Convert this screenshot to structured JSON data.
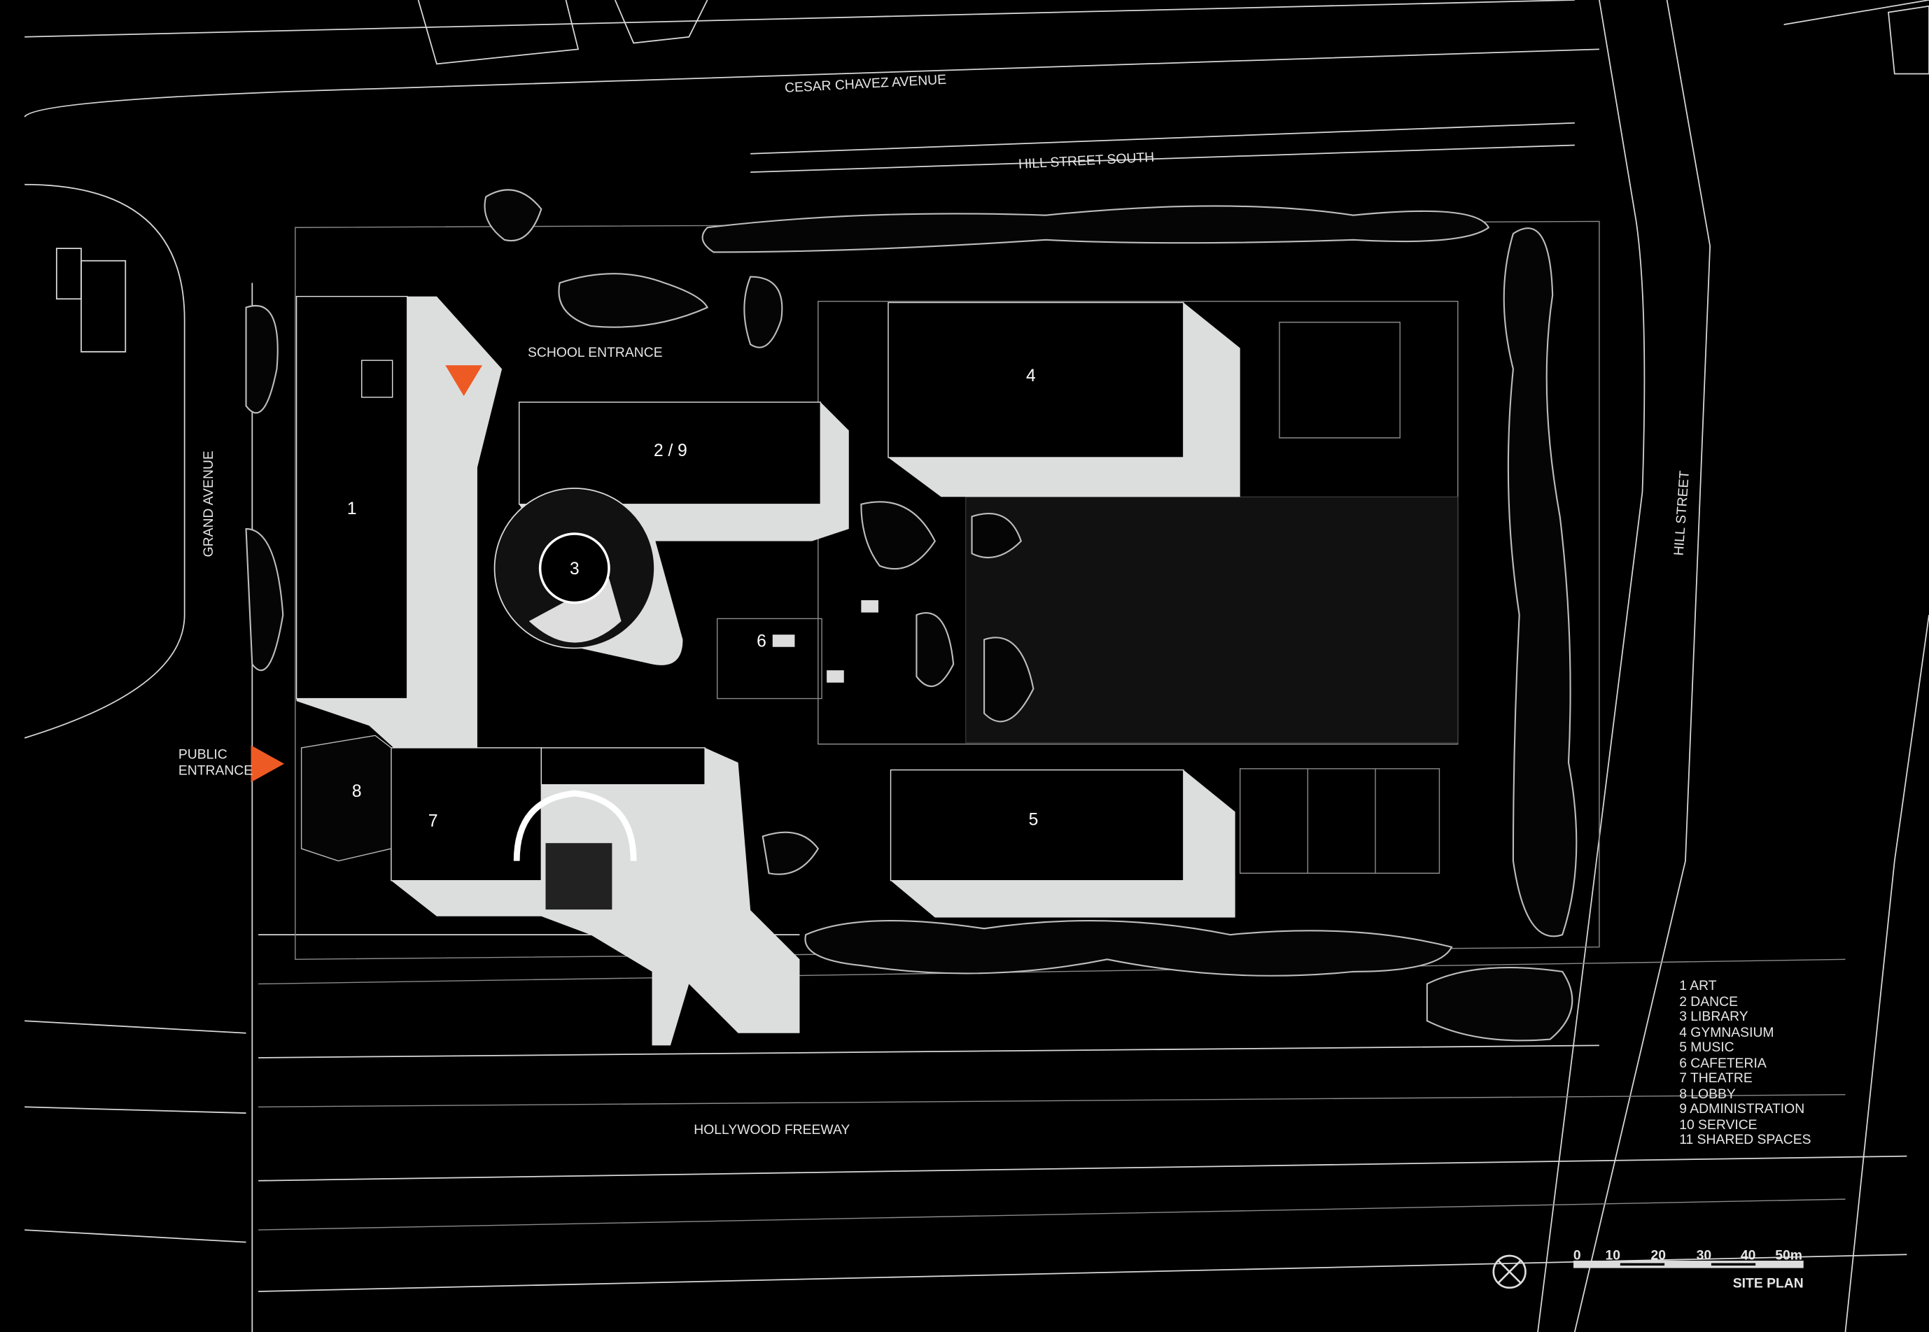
{
  "title": "SITE PLAN",
  "streets": {
    "north": "CESAR  CHAVEZ AVENUE",
    "north_inner": "HILL STREET SOUTH",
    "west": "GRAND AVENUE",
    "east": "HILL STREET",
    "south": "HOLLYWOOD FREEWAY"
  },
  "entrances": {
    "school": "SCHOOL ENTRANCE",
    "public_line1": "PUBLIC",
    "public_line2": "ENTRANCE"
  },
  "building_labels": [
    "1",
    "2 / 9",
    "3",
    "4",
    "5",
    "6",
    "7",
    "8"
  ],
  "legend": [
    "1  ART",
    "2  DANCE",
    "3  LIBRARY",
    "4  GYMNASIUM",
    "5  MUSIC",
    "6  CAFETERIA",
    "7  THEATRE",
    "8  LOBBY",
    "9  ADMINISTRATION",
    "10  SERVICE",
    "11  SHARED SPACES"
  ],
  "scale_bar": {
    "ticks": [
      "0",
      "10",
      "20",
      "30",
      "40",
      "50m"
    ]
  },
  "colors": {
    "accent": "#ee5a24",
    "massing": "#dcdedd",
    "background": "#000000"
  }
}
